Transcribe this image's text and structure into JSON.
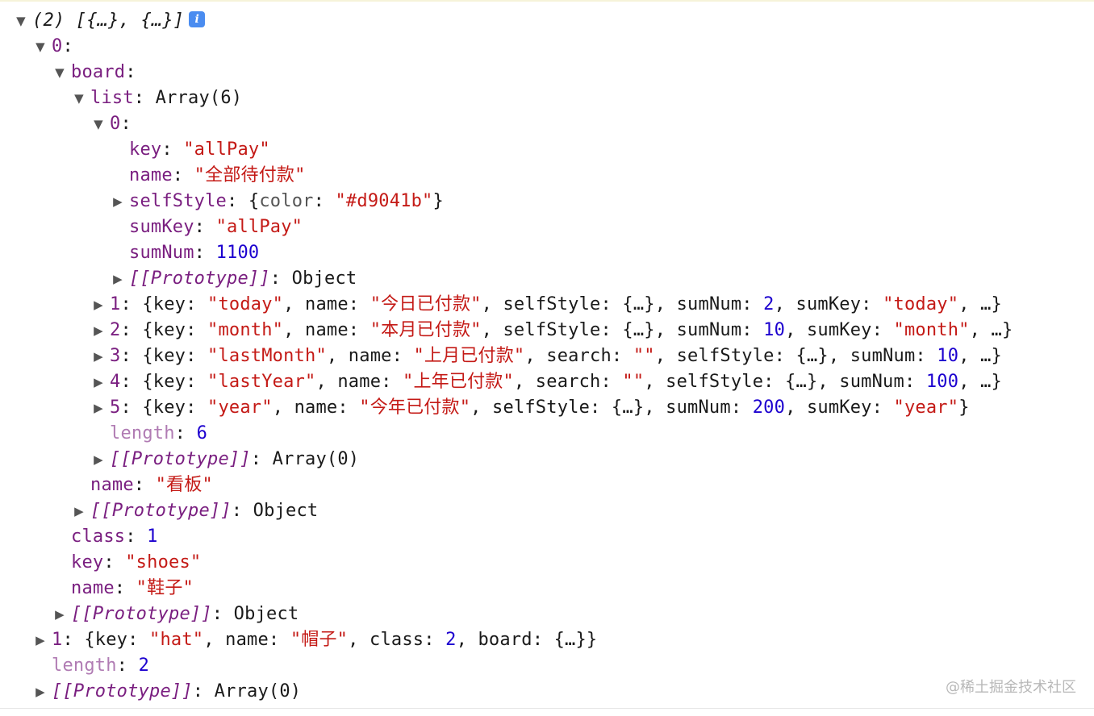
{
  "rows": [
    {
      "indent": 22,
      "toggle": "expanded",
      "segments": [
        [
          "p it",
          "(2) [{…}, {…}]"
        ]
      ],
      "info_icon": true
    },
    {
      "indent": 46,
      "toggle": "expanded",
      "segments": [
        [
          "k",
          "0"
        ],
        [
          "p",
          ":"
        ]
      ]
    },
    {
      "indent": 70,
      "toggle": "expanded",
      "segments": [
        [
          "k",
          "board"
        ],
        [
          "p",
          ":"
        ]
      ]
    },
    {
      "indent": 94,
      "toggle": "expanded",
      "segments": [
        [
          "k",
          "list"
        ],
        [
          "p",
          ": Array(6)"
        ]
      ]
    },
    {
      "indent": 118,
      "toggle": "expanded",
      "segments": [
        [
          "k",
          "0"
        ],
        [
          "p",
          ":"
        ]
      ]
    },
    {
      "indent": 142,
      "toggle": "none",
      "segments": [
        [
          "k",
          "key"
        ],
        [
          "p",
          ": "
        ],
        [
          "s",
          "\"allPay\""
        ]
      ]
    },
    {
      "indent": 142,
      "toggle": "none",
      "segments": [
        [
          "k",
          "name"
        ],
        [
          "p",
          ": "
        ],
        [
          "s",
          "\"全部待付款\""
        ]
      ]
    },
    {
      "indent": 142,
      "toggle": "collapsed",
      "segments": [
        [
          "k",
          "selfStyle"
        ],
        [
          "p",
          ": {"
        ],
        [
          "g",
          "color"
        ],
        [
          "p",
          ": "
        ],
        [
          "s",
          "\"#d9041b\""
        ],
        [
          "p",
          "}"
        ]
      ]
    },
    {
      "indent": 142,
      "toggle": "none",
      "segments": [
        [
          "k",
          "sumKey"
        ],
        [
          "p",
          ": "
        ],
        [
          "s",
          "\"allPay\""
        ]
      ]
    },
    {
      "indent": 142,
      "toggle": "none",
      "segments": [
        [
          "k",
          "sumNum"
        ],
        [
          "p",
          ": "
        ],
        [
          "n",
          "1100"
        ]
      ]
    },
    {
      "indent": 142,
      "toggle": "collapsed",
      "segments": [
        [
          "k it",
          "[[Prototype]]"
        ],
        [
          "p",
          ": Object"
        ]
      ]
    },
    {
      "indent": 118,
      "toggle": "collapsed",
      "segments": [
        [
          "k",
          "1"
        ],
        [
          "p",
          ": {key: "
        ],
        [
          "s",
          "\"today\""
        ],
        [
          "p",
          ", name: "
        ],
        [
          "s",
          "\"今日已付款\""
        ],
        [
          "p",
          ", selfStyle: {…}, sumNum: "
        ],
        [
          "n",
          "2"
        ],
        [
          "p",
          ", sumKey: "
        ],
        [
          "s",
          "\"today\""
        ],
        [
          "p",
          ", …}"
        ]
      ]
    },
    {
      "indent": 118,
      "toggle": "collapsed",
      "segments": [
        [
          "k",
          "2"
        ],
        [
          "p",
          ": {key: "
        ],
        [
          "s",
          "\"month\""
        ],
        [
          "p",
          ", name: "
        ],
        [
          "s",
          "\"本月已付款\""
        ],
        [
          "p",
          ", selfStyle: {…}, sumNum: "
        ],
        [
          "n",
          "10"
        ],
        [
          "p",
          ", sumKey: "
        ],
        [
          "s",
          "\"month\""
        ],
        [
          "p",
          ", …}"
        ]
      ]
    },
    {
      "indent": 118,
      "toggle": "collapsed",
      "segments": [
        [
          "k",
          "3"
        ],
        [
          "p",
          ": {key: "
        ],
        [
          "s",
          "\"lastMonth\""
        ],
        [
          "p",
          ", name: "
        ],
        [
          "s",
          "\"上月已付款\""
        ],
        [
          "p",
          ", search: "
        ],
        [
          "s",
          "\"\""
        ],
        [
          "p",
          ", selfStyle: {…}, sumNum: "
        ],
        [
          "n",
          "10"
        ],
        [
          "p",
          ", …}"
        ]
      ]
    },
    {
      "indent": 118,
      "toggle": "collapsed",
      "segments": [
        [
          "k",
          "4"
        ],
        [
          "p",
          ": {key: "
        ],
        [
          "s",
          "\"lastYear\""
        ],
        [
          "p",
          ", name: "
        ],
        [
          "s",
          "\"上年已付款\""
        ],
        [
          "p",
          ", search: "
        ],
        [
          "s",
          "\"\""
        ],
        [
          "p",
          ", selfStyle: {…}, sumNum: "
        ],
        [
          "n",
          "100"
        ],
        [
          "p",
          ", …}"
        ]
      ]
    },
    {
      "indent": 118,
      "toggle": "collapsed",
      "segments": [
        [
          "k",
          "5"
        ],
        [
          "p",
          ": {key: "
        ],
        [
          "s",
          "\"year\""
        ],
        [
          "p",
          ", name: "
        ],
        [
          "s",
          "\"今年已付款\""
        ],
        [
          "p",
          ", selfStyle: {…}, sumNum: "
        ],
        [
          "n",
          "200"
        ],
        [
          "p",
          ", sumKey: "
        ],
        [
          "s",
          "\"year\""
        ],
        [
          "p",
          "}"
        ]
      ]
    },
    {
      "indent": 118,
      "toggle": "none",
      "segments": [
        [
          "kd",
          "length"
        ],
        [
          "p",
          ": "
        ],
        [
          "n",
          "6"
        ]
      ]
    },
    {
      "indent": 118,
      "toggle": "collapsed",
      "segments": [
        [
          "k it",
          "[[Prototype]]"
        ],
        [
          "p",
          ": Array(0)"
        ]
      ]
    },
    {
      "indent": 94,
      "toggle": "none",
      "segments": [
        [
          "k",
          "name"
        ],
        [
          "p",
          ": "
        ],
        [
          "s",
          "\"看板\""
        ]
      ]
    },
    {
      "indent": 94,
      "toggle": "collapsed",
      "segments": [
        [
          "k it",
          "[[Prototype]]"
        ],
        [
          "p",
          ": Object"
        ]
      ]
    },
    {
      "indent": 70,
      "toggle": "none",
      "segments": [
        [
          "k",
          "class"
        ],
        [
          "p",
          ": "
        ],
        [
          "n",
          "1"
        ]
      ]
    },
    {
      "indent": 70,
      "toggle": "none",
      "segments": [
        [
          "k",
          "key"
        ],
        [
          "p",
          ": "
        ],
        [
          "s",
          "\"shoes\""
        ]
      ]
    },
    {
      "indent": 70,
      "toggle": "none",
      "segments": [
        [
          "k",
          "name"
        ],
        [
          "p",
          ": "
        ],
        [
          "s",
          "\"鞋子\""
        ]
      ]
    },
    {
      "indent": 70,
      "toggle": "collapsed",
      "segments": [
        [
          "k it",
          "[[Prototype]]"
        ],
        [
          "p",
          ": Object"
        ]
      ]
    },
    {
      "indent": 46,
      "toggle": "collapsed",
      "segments": [
        [
          "k",
          "1"
        ],
        [
          "p",
          ": {key: "
        ],
        [
          "s",
          "\"hat\""
        ],
        [
          "p",
          ", name: "
        ],
        [
          "s",
          "\"帽子\""
        ],
        [
          "p",
          ", class: "
        ],
        [
          "n",
          "2"
        ],
        [
          "p",
          ", board: {…}}"
        ]
      ]
    },
    {
      "indent": 46,
      "toggle": "none",
      "segments": [
        [
          "kd",
          "length"
        ],
        [
          "p",
          ": "
        ],
        [
          "n",
          "2"
        ]
      ]
    },
    {
      "indent": 46,
      "toggle": "collapsed",
      "segments": [
        [
          "k it",
          "[[Prototype]]"
        ],
        [
          "p",
          ": Array(0)"
        ]
      ]
    }
  ],
  "watermark": "@稀土掘金技术社区",
  "icons": {
    "expanded": "triangle-down",
    "collapsed": "triangle-right",
    "info": "info-icon"
  }
}
